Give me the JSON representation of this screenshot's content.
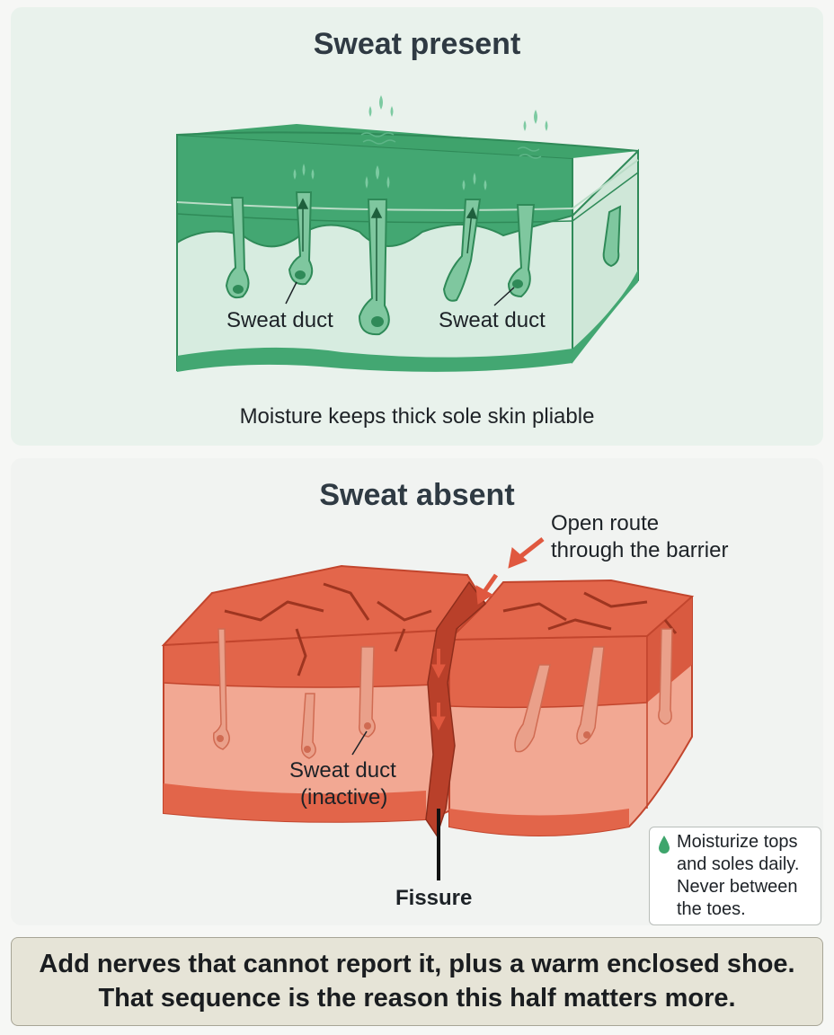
{
  "top_panel": {
    "title": "Sweat present",
    "label_duct_left": "Sweat duct",
    "label_duct_right": "Sweat duct",
    "caption": "Moisture keeps thick sole skin pliable"
  },
  "bottom_panel": {
    "title": "Sweat absent",
    "route_line1": "Open route",
    "route_line2": "through the barrier",
    "duct_line1": "Sweat duct",
    "duct_line2": "(inactive)",
    "fissure": "Fissure",
    "tip": "Moisturize tops and soles daily. Never between the toes."
  },
  "banner": {
    "line1": "Add nerves that cannot report it, plus a warm enclosed shoe.",
    "line2": "That sequence is the reason this half matters more."
  },
  "colors": {
    "healthy_green": "#3ea56c",
    "healthy_light": "#d7ece0",
    "dry_red": "#e2654a",
    "dry_light": "#f2a893",
    "arrow_red": "#e0583f"
  },
  "icons": [
    "sweat-droplet-icon",
    "moisture-wave-icon",
    "arrow-icon",
    "drop-icon"
  ]
}
